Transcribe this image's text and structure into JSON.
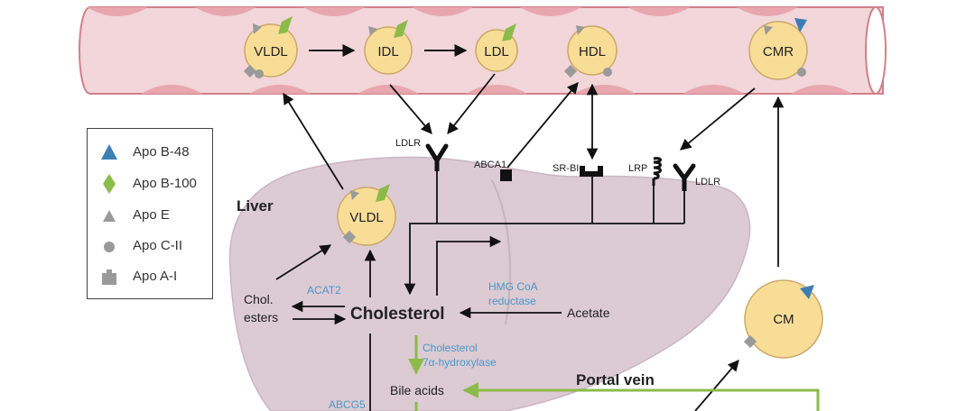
{
  "colors": {
    "vessel": "#f2d6d9",
    "vessel_stroke": "#d27f8a",
    "vessel_cell": "#e8a7af",
    "liver": "#dccbd3",
    "particle_fill": "#f8dd97",
    "particle_stroke": "#c9a968",
    "apo_b48": "#3d7eb4",
    "apo_b100": "#8bbb4a",
    "apo_gray": "#9a9a9a",
    "enzyme_text": "#4a98c9",
    "green_arrow": "#8bbb4a"
  },
  "legend": [
    {
      "label": "Apo B-48",
      "icon": "blue-triangle-icon"
    },
    {
      "label": "Apo B-100",
      "icon": "green-diamond-icon"
    },
    {
      "label": "Apo E",
      "icon": "gray-triangle-icon"
    },
    {
      "label": "Apo C-II",
      "icon": "gray-circle-icon"
    },
    {
      "label": "Apo A-I",
      "icon": "gray-square-icon"
    }
  ],
  "particles": {
    "vldl": "VLDL",
    "idl": "IDL",
    "ldl": "LDL",
    "hdl": "HDL",
    "cmr": "CMR",
    "liver_vldl": "VLDL",
    "cm": "CM"
  },
  "receptors": {
    "ldlr_top": "LDLR",
    "abca1": "ABCA1",
    "srbi": "SR-BI",
    "lrp": "LRP",
    "ldlr_right": "LDLR"
  },
  "labels": {
    "liver": "Liver",
    "chol_esters_1": "Chol.",
    "chol_esters_2": "esters",
    "cholesterol": "Cholesterol",
    "acetate": "Acetate",
    "bile_acids": "Bile acids",
    "portal_vein": "Portal vein"
  },
  "enzymes": {
    "acat2": "ACAT2",
    "hmg_1": "HMG CoA",
    "hmg_2": "reductase",
    "c7_1": "Cholesterol",
    "c7_2": "7α-hydroxylase",
    "abcg5": "ABCG5"
  }
}
